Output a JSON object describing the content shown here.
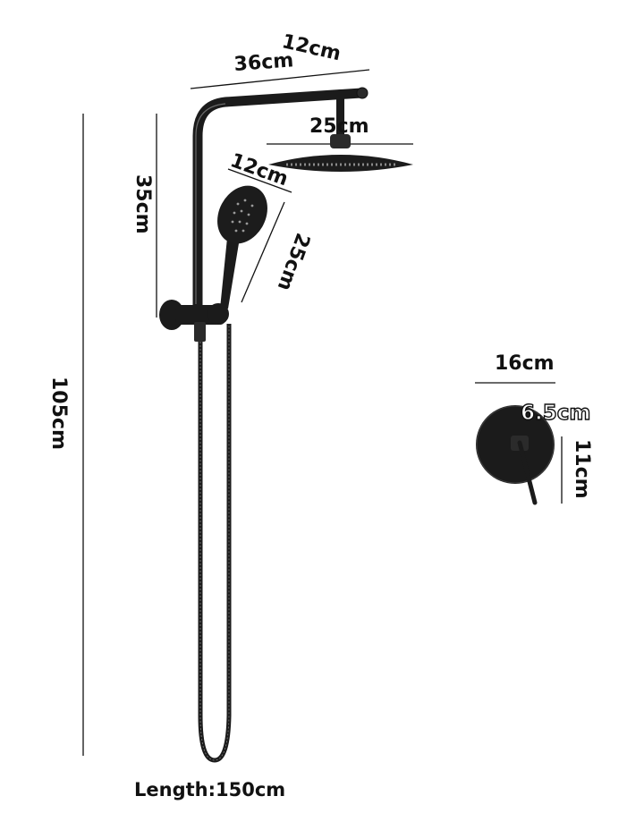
{
  "colors": {
    "ink": "#111111",
    "fixture": "#1b1b1b",
    "background": "#ffffff"
  },
  "dimensions": {
    "arm_width": "36cm",
    "arm_top": "12cm",
    "head_diameter": "25cm",
    "handheld_width": "12cm",
    "handheld_length": "25cm",
    "top_section": "35cm",
    "total_height": "105cm",
    "plate_diameter": "16cm",
    "lever_length": "6.5cm",
    "plate_height": "11cm",
    "hose_length": "Length:150cm"
  }
}
